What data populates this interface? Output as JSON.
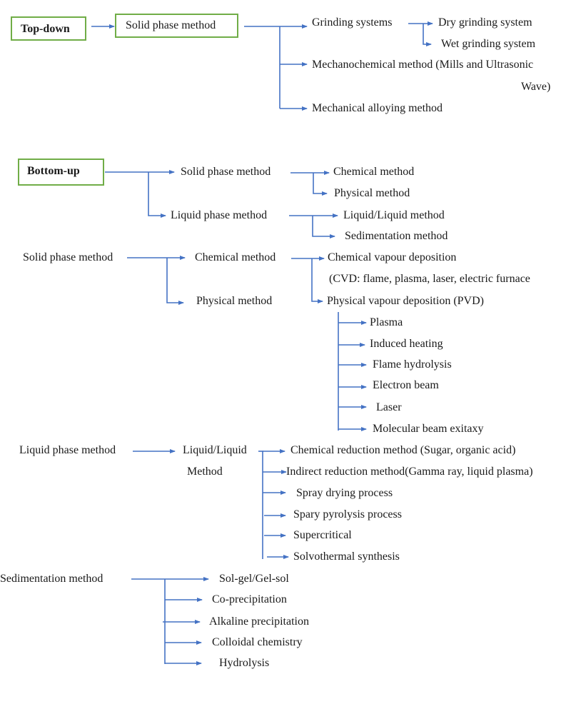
{
  "line_color": "#4472c4",
  "box_border_color": "#70ad47",
  "top_down": {
    "root": "Top-down",
    "child": "Solid phase method",
    "grinding": "Grinding systems",
    "dry": "Dry grinding system",
    "wet": "Wet grinding system",
    "mechanochemical_line1": "Mechanochemical method (Mills and Ultrasonic",
    "mechanochemical_line2": "Wave)",
    "alloying": "Mechanical alloying method"
  },
  "bottom_up": {
    "root": "Bottom-up",
    "solid": "Solid phase method",
    "liquid": "Liquid phase method",
    "chemical": "Chemical method",
    "physical": "Physical method",
    "liquid_liquid": "Liquid/Liquid method",
    "sedimentation": "Sedimentation method"
  },
  "solid_detail": {
    "root": "Solid phase method",
    "chemical": "Chemical method",
    "physical": "Physical method",
    "cvd_line1": "Chemical vapour deposition",
    "cvd_line2": "(CVD: flame, plasma, laser, electric furnace",
    "pvd": "Physical vapour deposition (PVD)",
    "pvd_children": [
      "Plasma",
      "Induced heating",
      "Flame hydrolysis",
      "Electron beam",
      "Laser",
      "Molecular beam exitaxy"
    ]
  },
  "liquid_detail": {
    "root": "Liquid phase method",
    "child_line1": "Liquid/Liquid",
    "child_line2": "Method",
    "children": [
      "Chemical reduction method (Sugar, organic acid)",
      "Indirect reduction method(Gamma ray, liquid plasma)",
      "Spray drying process",
      "Spary pyrolysis process",
      "Supercritical",
      "Solvothermal synthesis"
    ]
  },
  "sedimentation_detail": {
    "root": "Sedimentation method",
    "children": [
      "Sol-gel/Gel-sol",
      "Co-precipitation",
      "Alkaline precipitation",
      "Colloidal chemistry",
      "Hydrolysis"
    ]
  }
}
